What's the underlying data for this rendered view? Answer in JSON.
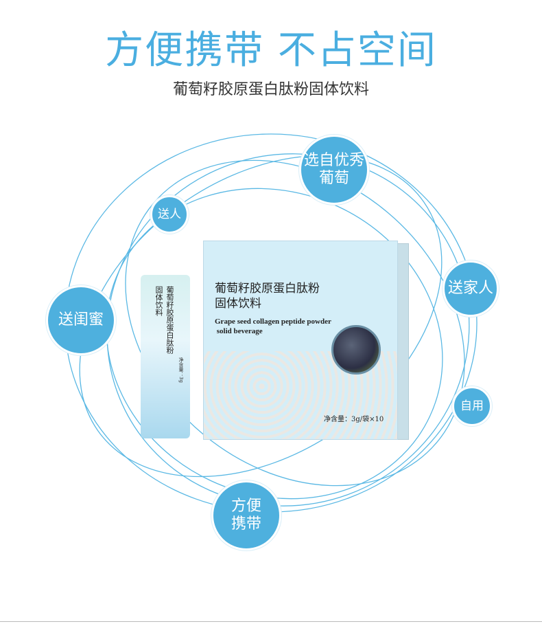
{
  "header": {
    "title": "方便携带 不占空间",
    "subtitle": "葡萄籽胶原蛋白肽粉固体饮料"
  },
  "bubbles": {
    "select": "选自优秀\n葡萄",
    "gift": "送人",
    "family": "送家人",
    "bestie": "送闺蜜",
    "self": "自用",
    "portable": "方便\n携带"
  },
  "product": {
    "name_cn": "葡萄籽胶原蛋白肽粉\n固体饮料",
    "name_en": "Grape seed collagen peptide powder\n solid beverage",
    "net": "净含量：3g/袋×10",
    "sachet_name": "葡萄籽胶原蛋白肽粉\n固体饮料",
    "sachet_net": "净含量：3g"
  },
  "colors": {
    "accent": "#4eb0de",
    "ring": "#5ab8e4"
  }
}
